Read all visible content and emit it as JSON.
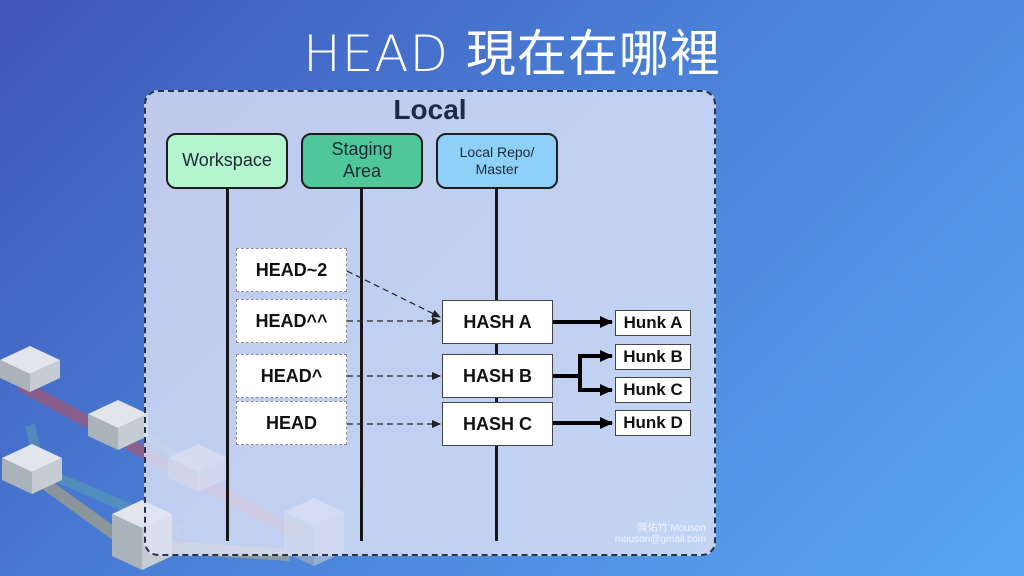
{
  "title": "HEAD 現在在哪裡",
  "panel_title": "Local",
  "lanes": {
    "workspace": "Workspace",
    "staging": "Staging\nArea",
    "repo": "Local Repo/\nMaster"
  },
  "refs": [
    "HEAD~2",
    "HEAD^^",
    "HEAD^",
    "HEAD"
  ],
  "hashes": [
    "HASH A",
    "HASH B",
    "HASH C"
  ],
  "hunks": [
    "Hunk A",
    "Hunk B",
    "Hunk C",
    "Hunk D"
  ],
  "credit": {
    "name": "陳佑竹 Mouson",
    "email": "mouson@gmail.com"
  },
  "colors": {
    "workspace": "#b4f5cf",
    "staging": "#4fc79a",
    "repo": "#8fd0f8"
  }
}
